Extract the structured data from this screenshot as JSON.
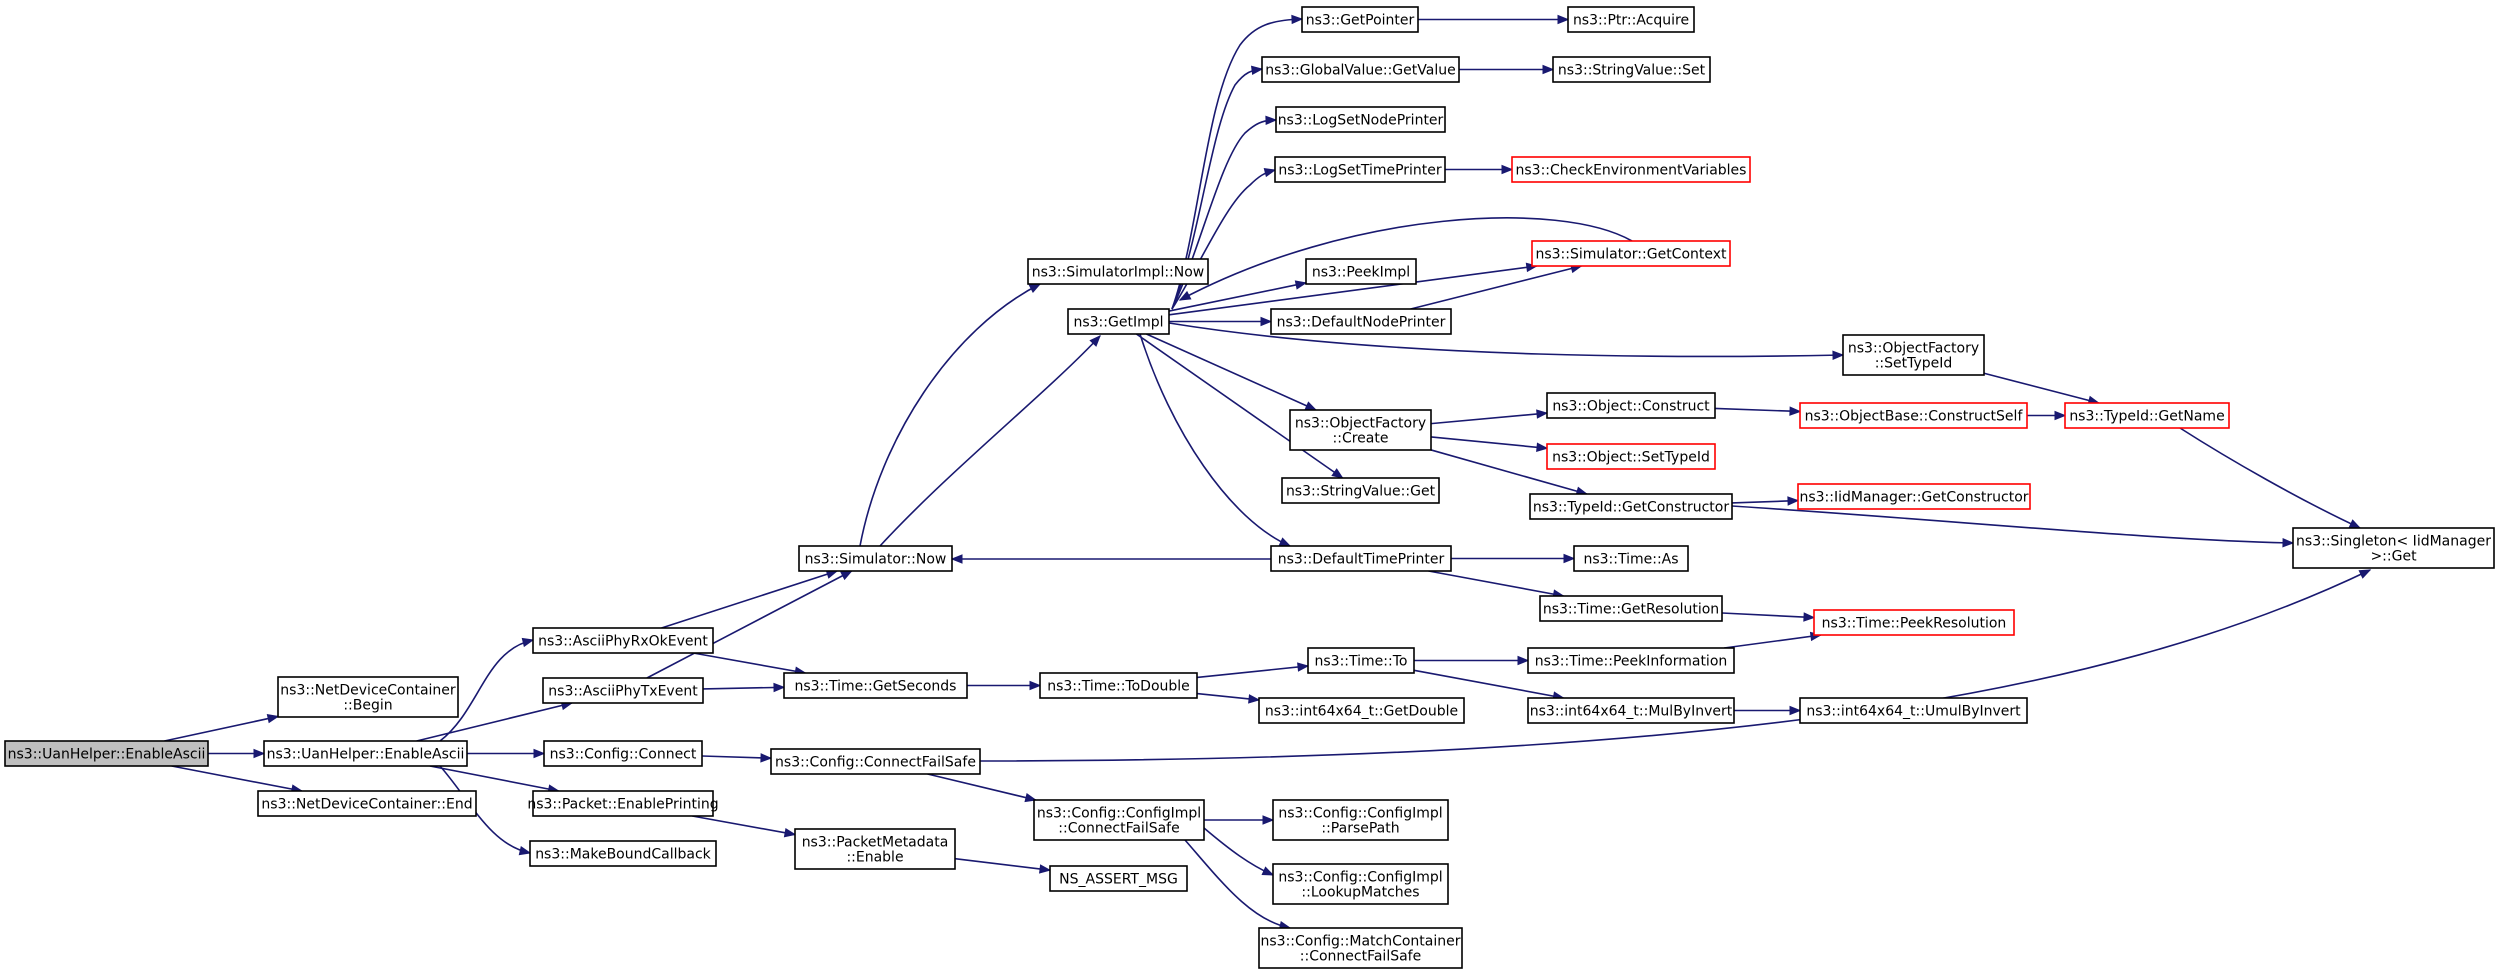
{
  "colors": {
    "edge": "#191970",
    "root_fill": "#bfbfbf",
    "truncated_border": "#ff0000",
    "node_border": "#000000"
  },
  "nodes": [
    {
      "id": "root",
      "label": [
        "ns3::UanHelper::EnableAscii"
      ],
      "kind": "root"
    },
    {
      "id": "ndc_begin",
      "label": [
        "ns3::NetDeviceContainer",
        "::Begin"
      ]
    },
    {
      "id": "helper_ascii",
      "label": [
        "ns3::UanHelper::EnableAscii"
      ]
    },
    {
      "id": "ndc_end",
      "label": [
        "ns3::NetDeviceContainer::End"
      ]
    },
    {
      "id": "rxok",
      "label": [
        "ns3::AsciiPhyRxOkEvent"
      ]
    },
    {
      "id": "txev",
      "label": [
        "ns3::AsciiPhyTxEvent"
      ]
    },
    {
      "id": "cfg_connect",
      "label": [
        "ns3::Config::Connect"
      ]
    },
    {
      "id": "pkt_print",
      "label": [
        "ns3::Packet::EnablePrinting"
      ]
    },
    {
      "id": "mkbound",
      "label": [
        "ns3::MakeBoundCallback"
      ]
    },
    {
      "id": "sim_now",
      "label": [
        "ns3::Simulator::Now"
      ]
    },
    {
      "id": "time_getsec",
      "label": [
        "ns3::Time::GetSeconds"
      ]
    },
    {
      "id": "cfg_cfs",
      "label": [
        "ns3::Config::ConnectFailSafe"
      ]
    },
    {
      "id": "pktmeta",
      "label": [
        "ns3::PacketMetadata",
        "::Enable"
      ]
    },
    {
      "id": "simimpl_now",
      "label": [
        "ns3::SimulatorImpl::Now"
      ]
    },
    {
      "id": "getimpl",
      "label": [
        "ns3::GetImpl"
      ]
    },
    {
      "id": "time_todouble",
      "label": [
        "ns3::Time::ToDouble"
      ]
    },
    {
      "id": "cfgimpl_cfs",
      "label": [
        "ns3::Config::ConfigImpl",
        "::ConnectFailSafe"
      ]
    },
    {
      "id": "ns_assert",
      "label": [
        "NS_ASSERT_MSG"
      ]
    },
    {
      "id": "getpointer",
      "label": [
        "ns3::GetPointer"
      ]
    },
    {
      "id": "gv_getvalue",
      "label": [
        "ns3::GlobalValue::GetValue"
      ]
    },
    {
      "id": "log_nodeprinter",
      "label": [
        "ns3::LogSetNodePrinter"
      ]
    },
    {
      "id": "log_timeprinter",
      "label": [
        "ns3::LogSetTimePrinter"
      ]
    },
    {
      "id": "peekimpl",
      "label": [
        "ns3::PeekImpl"
      ]
    },
    {
      "id": "def_nodeprinter",
      "label": [
        "ns3::DefaultNodePrinter"
      ]
    },
    {
      "id": "of_create",
      "label": [
        "ns3::ObjectFactory",
        "::Create"
      ]
    },
    {
      "id": "sv_get",
      "label": [
        "ns3::StringValue::Get"
      ]
    },
    {
      "id": "def_timeprinter",
      "label": [
        "ns3::DefaultTimePrinter"
      ]
    },
    {
      "id": "time_to",
      "label": [
        "ns3::Time::To"
      ]
    },
    {
      "id": "int64_getdouble",
      "label": [
        "ns3::int64x64_t::GetDouble"
      ]
    },
    {
      "id": "cfgimpl_parse",
      "label": [
        "ns3::Config::ConfigImpl",
        "::ParsePath"
      ]
    },
    {
      "id": "cfgimpl_lookup",
      "label": [
        "ns3::Config::ConfigImpl",
        "::LookupMatches"
      ]
    },
    {
      "id": "matchcont_cfs",
      "label": [
        "ns3::Config::MatchContainer",
        "::ConnectFailSafe"
      ]
    },
    {
      "id": "ptr_acquire",
      "label": [
        "ns3::Ptr::Acquire"
      ]
    },
    {
      "id": "sv_set",
      "label": [
        "ns3::StringValue::Set"
      ]
    },
    {
      "id": "check_env",
      "label": [
        "ns3::CheckEnvironmentVariables"
      ],
      "kind": "trunc"
    },
    {
      "id": "sim_getcontext",
      "label": [
        "ns3::Simulator::GetContext"
      ],
      "kind": "trunc"
    },
    {
      "id": "obj_construct",
      "label": [
        "ns3::Object::Construct"
      ]
    },
    {
      "id": "obj_settypeid",
      "label": [
        "ns3::Object::SetTypeId"
      ],
      "kind": "trunc"
    },
    {
      "id": "typeid_getctor",
      "label": [
        "ns3::TypeId::GetConstructor"
      ]
    },
    {
      "id": "time_as",
      "label": [
        "ns3::Time::As"
      ]
    },
    {
      "id": "time_getres",
      "label": [
        "ns3::Time::GetResolution"
      ]
    },
    {
      "id": "time_peekinfo",
      "label": [
        "ns3::Time::PeekInformation"
      ]
    },
    {
      "id": "int64_mulbyinv",
      "label": [
        "ns3::int64x64_t::MulByInvert"
      ]
    },
    {
      "id": "of_settypeid",
      "label": [
        "ns3::ObjectFactory",
        "::SetTypeId"
      ]
    },
    {
      "id": "objbase_cs",
      "label": [
        "ns3::ObjectBase::ConstructSelf"
      ],
      "kind": "trunc"
    },
    {
      "id": "iidmgr_getctor",
      "label": [
        "ns3::IidManager::GetConstructor"
      ],
      "kind": "trunc"
    },
    {
      "id": "time_peekres",
      "label": [
        "ns3::Time::PeekResolution"
      ],
      "kind": "trunc"
    },
    {
      "id": "int64_umulbyinv",
      "label": [
        "ns3::int64x64_t::UmulByInvert"
      ]
    },
    {
      "id": "typeid_getname",
      "label": [
        "ns3::TypeId::GetName"
      ],
      "kind": "trunc"
    },
    {
      "id": "singleton_get",
      "label": [
        "ns3::Singleton< IidManager",
        " >::Get"
      ]
    }
  ],
  "edges": [
    [
      "root",
      "ndc_begin"
    ],
    [
      "root",
      "helper_ascii"
    ],
    [
      "root",
      "ndc_end"
    ],
    [
      "helper_ascii",
      "rxok"
    ],
    [
      "helper_ascii",
      "txev"
    ],
    [
      "helper_ascii",
      "cfg_connect"
    ],
    [
      "helper_ascii",
      "pkt_print"
    ],
    [
      "helper_ascii",
      "mkbound"
    ],
    [
      "rxok",
      "sim_now"
    ],
    [
      "rxok",
      "time_getsec"
    ],
    [
      "txev",
      "sim_now"
    ],
    [
      "txev",
      "time_getsec"
    ],
    [
      "cfg_connect",
      "cfg_cfs"
    ],
    [
      "pkt_print",
      "pktmeta"
    ],
    [
      "sim_now",
      "simimpl_now"
    ],
    [
      "sim_now",
      "getimpl"
    ],
    [
      "time_getsec",
      "time_todouble"
    ],
    [
      "cfg_cfs",
      "cfgimpl_cfs"
    ],
    [
      "cfg_cfs",
      "singleton_get"
    ],
    [
      "pktmeta",
      "ns_assert"
    ],
    [
      "getimpl",
      "getpointer"
    ],
    [
      "getimpl",
      "gv_getvalue"
    ],
    [
      "getimpl",
      "log_nodeprinter"
    ],
    [
      "getimpl",
      "log_timeprinter"
    ],
    [
      "getimpl",
      "peekimpl"
    ],
    [
      "getimpl",
      "def_nodeprinter"
    ],
    [
      "getimpl",
      "of_settypeid"
    ],
    [
      "getimpl",
      "of_create"
    ],
    [
      "getimpl",
      "sv_get"
    ],
    [
      "getimpl",
      "def_timeprinter"
    ],
    [
      "getimpl",
      "sim_getcontext"
    ],
    [
      "time_todouble",
      "time_to"
    ],
    [
      "time_todouble",
      "int64_getdouble"
    ],
    [
      "cfgimpl_cfs",
      "cfgimpl_parse"
    ],
    [
      "cfgimpl_cfs",
      "cfgimpl_lookup"
    ],
    [
      "cfgimpl_cfs",
      "matchcont_cfs"
    ],
    [
      "getpointer",
      "ptr_acquire"
    ],
    [
      "gv_getvalue",
      "sv_set"
    ],
    [
      "log_timeprinter",
      "check_env"
    ],
    [
      "sim_getcontext",
      "getimpl"
    ],
    [
      "def_nodeprinter",
      "sim_getcontext"
    ],
    [
      "of_create",
      "obj_construct"
    ],
    [
      "of_create",
      "obj_settypeid"
    ],
    [
      "of_create",
      "typeid_getctor"
    ],
    [
      "def_timeprinter",
      "sim_now"
    ],
    [
      "def_timeprinter",
      "time_as"
    ],
    [
      "def_timeprinter",
      "time_getres"
    ],
    [
      "time_to",
      "time_peekinfo"
    ],
    [
      "time_to",
      "int64_mulbyinv"
    ],
    [
      "obj_construct",
      "objbase_cs"
    ],
    [
      "typeid_getctor",
      "iidmgr_getctor"
    ],
    [
      "typeid_getctor",
      "singleton_get"
    ],
    [
      "time_getres",
      "time_peekres"
    ],
    [
      "time_peekinfo",
      "time_peekres"
    ],
    [
      "int64_mulbyinv",
      "int64_umulbyinv"
    ],
    [
      "of_settypeid",
      "typeid_getname"
    ],
    [
      "objbase_cs",
      "typeid_getname"
    ],
    [
      "typeid_getname",
      "singleton_get"
    ]
  ]
}
